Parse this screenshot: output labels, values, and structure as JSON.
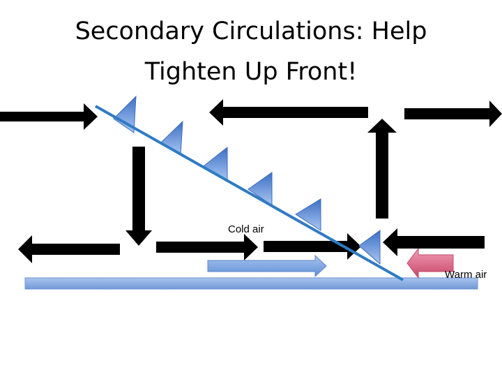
{
  "slide": {
    "title_line1": "Secondary Circulations: Help",
    "title_line2": "Tighten Up Front!"
  },
  "labels": {
    "cold_air": "Cold air",
    "warm_air": "Warm air"
  },
  "colors": {
    "arrow": "#000000",
    "front_line": "#2f7bc4",
    "front_triangle": "#5b8fd6",
    "cold_flow": "#7ea6e0",
    "warm_flow": "#d9577a",
    "ground": "#8fb1e6",
    "background": "#ffffff"
  },
  "icons": {
    "cold_front_symbol": "blue-triangle-icon",
    "circulation_arrow": "black-arrow-icon"
  }
}
